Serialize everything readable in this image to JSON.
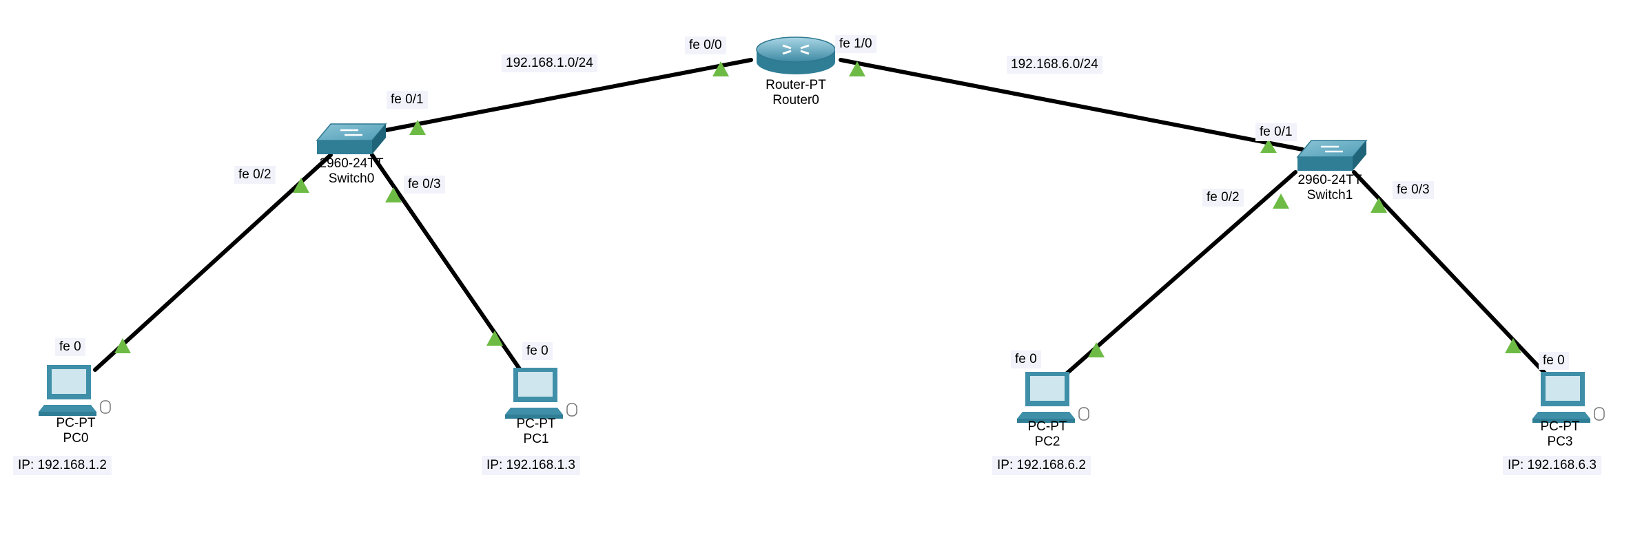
{
  "router": {
    "model": "Router-PT",
    "name": "Router0",
    "port_left": "fe 0/0",
    "port_right": "fe 1/0"
  },
  "networks": {
    "left": "192.168.1.0/24",
    "right": "192.168.6.0/24"
  },
  "switch0": {
    "model": "2960-24TT",
    "name": "Switch0",
    "port_up": "fe 0/1",
    "port_left": "fe 0/2",
    "port_right": "fe 0/3"
  },
  "switch1": {
    "model": "2960-24TT",
    "name": "Switch1",
    "port_up": "fe 0/1",
    "port_left": "fe 0/2",
    "port_right": "fe 0/3"
  },
  "pcs": [
    {
      "model": "PC-PT",
      "name": "PC0",
      "port": "fe 0",
      "ip": "IP: 192.168.1.2"
    },
    {
      "model": "PC-PT",
      "name": "PC1",
      "port": "fe 0",
      "ip": "IP: 192.168.1.3"
    },
    {
      "model": "PC-PT",
      "name": "PC2",
      "port": "fe 0",
      "ip": "IP: 192.168.6.2"
    },
    {
      "model": "PC-PT",
      "name": "PC3",
      "port": "fe 0",
      "ip": "IP: 192.168.6.3"
    }
  ],
  "colors": {
    "link": "#000000",
    "port_up": "#6dbb45",
    "device": "#3f8fa8",
    "label_bg": "#f2f2fb"
  }
}
